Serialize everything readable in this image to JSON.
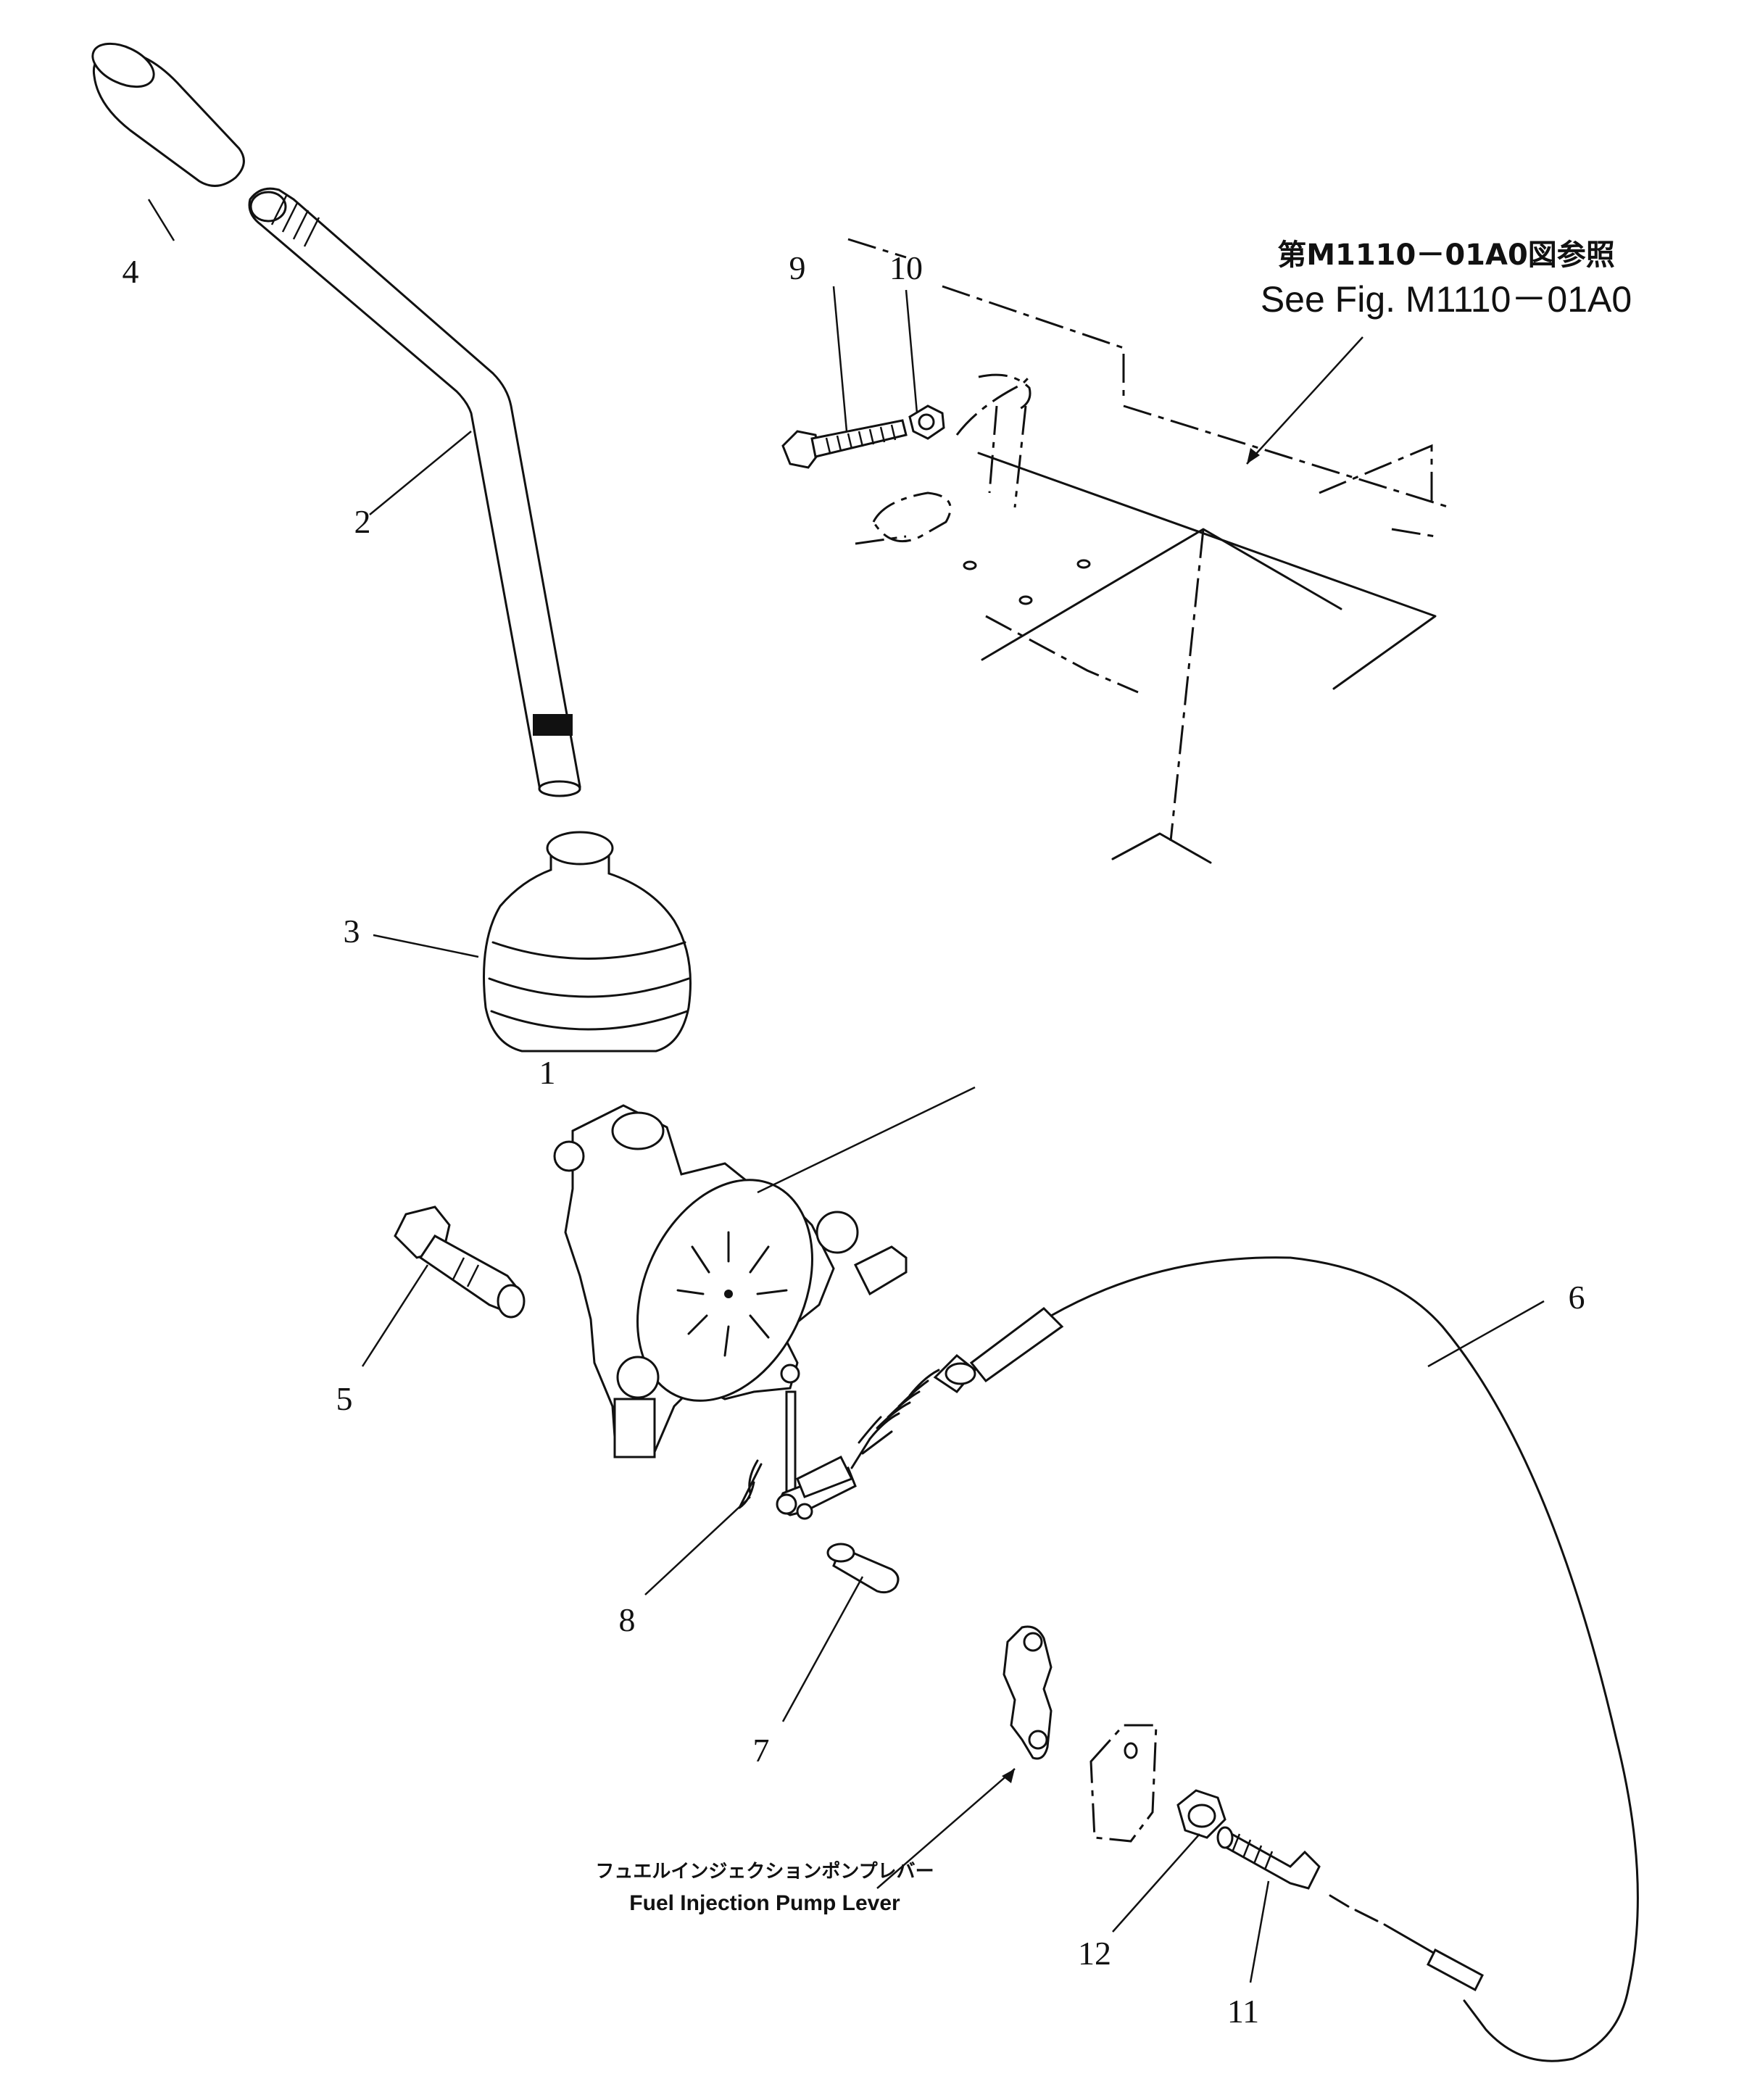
{
  "reference": {
    "jp": "第M1110－01A0図参照",
    "en": "See Fig. M1110－01A0"
  },
  "callout": {
    "jp": "フュエルインジェクションポンプレバー",
    "en": "Fuel Injection Pump Lever"
  },
  "part_labels": {
    "p1": "1",
    "p2": "2",
    "p3": "3",
    "p4": "4",
    "p5": "5",
    "p6": "6",
    "p7": "7",
    "p8": "8",
    "p9": "9",
    "p10": "10",
    "p11": "11",
    "p12": "12"
  }
}
